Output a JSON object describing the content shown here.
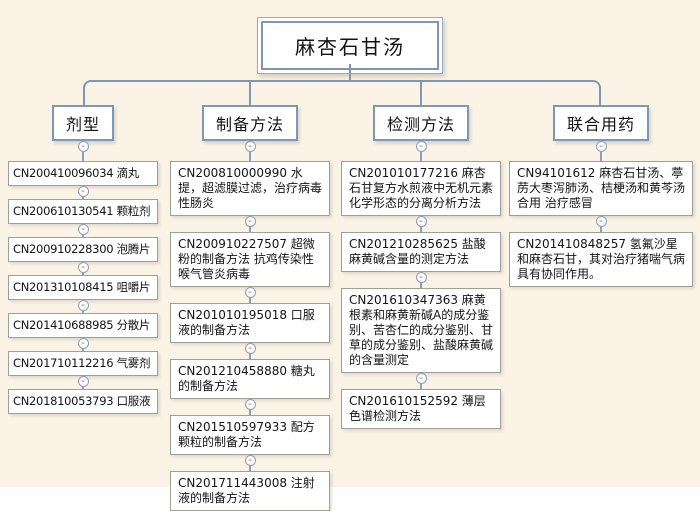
{
  "root": {
    "label": "麻杏石甘汤"
  },
  "collapse_glyph": "-",
  "colors": {
    "background": "#fbf4e6",
    "connector": "#8096b6",
    "header_border": "#7e96b8",
    "item_border": "#a09f97",
    "node_background": "#ffffff",
    "text": "#141414"
  },
  "branches": [
    {
      "label": "剂型",
      "items": [
        "CN200410096034 滴丸",
        "CN200610130541 颗粒剂",
        "CN200910228300 泡腾片",
        "CN201310108415 咀嚼片",
        "CN201410688985 分散片",
        "CN201710112216 气雾剂",
        "CN201810053793 口服液"
      ]
    },
    {
      "label": "制备方法",
      "items": [
        "CN200810000990 水提，超滤膜过滤，治疗病毒性肠炎",
        "CN200910227507 超微粉的制备方法 抗鸡传染性喉气管炎病毒",
        "CN201010195018 口服液的制备方法",
        "CN201210458880 糖丸的制备方法",
        "CN201510597933 配方颗粒的制备方法",
        "CN201711443008 注射液的制备方法"
      ]
    },
    {
      "label": "检测方法",
      "items": [
        "CN201010177216 麻杏石甘复方水煎液中无机元素化学形态的分离分析方法",
        "CN201210285625 盐酸麻黄碱含量的测定方法",
        "CN201610347363 麻黄根素和麻黄新碱A的成分鉴别、苦杏仁的成分鉴别、甘草的成分鉴别、盐酸麻黄碱的含量测定",
        "CN201610152592 薄层色谱检测方法"
      ]
    },
    {
      "label": "联合用药",
      "items": [
        "CN94101612 麻杏石甘汤、葶苈大枣泻肺汤、桔梗汤和黄芩汤合用 治疗感冒",
        "CN201410848257 氢氟沙星和麻杏石甘，其对治疗猪喘气病具有协同作用。"
      ]
    }
  ]
}
